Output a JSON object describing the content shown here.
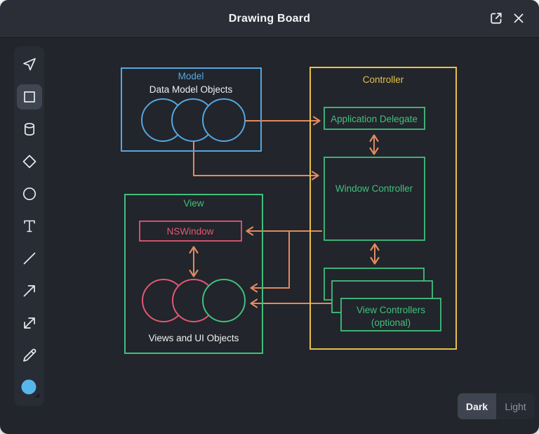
{
  "titlebar": {
    "title": "Drawing Board",
    "icons": [
      "export-icon",
      "close-icon"
    ]
  },
  "toolbar": {
    "tools": [
      {
        "id": "select",
        "icon": "cursor-icon",
        "selected": false
      },
      {
        "id": "rectangle",
        "icon": "square-icon",
        "selected": true
      },
      {
        "id": "cylinder",
        "icon": "cylinder-icon",
        "selected": false
      },
      {
        "id": "diamond",
        "icon": "diamond-icon",
        "selected": false
      },
      {
        "id": "ellipse",
        "icon": "circle-icon",
        "selected": false
      },
      {
        "id": "text",
        "icon": "text-icon",
        "selected": false
      },
      {
        "id": "line",
        "icon": "line-icon",
        "selected": false
      },
      {
        "id": "arrow",
        "icon": "arrow-icon",
        "selected": false
      },
      {
        "id": "double-arrow",
        "icon": "double-arrow-icon",
        "selected": false
      },
      {
        "id": "pencil",
        "icon": "pencil-icon",
        "selected": false
      },
      {
        "id": "color",
        "icon": "color-swatch-icon",
        "selected": false,
        "swatch_color": "#58b7ea"
      }
    ]
  },
  "diagram": {
    "model": {
      "title": "Model",
      "subtitle": "Data Model Objects"
    },
    "controller": {
      "title": "Controller",
      "app_delegate": "Application Delegate",
      "window_controller": "Window Controller",
      "view_controllers": "View Controllers",
      "view_controllers_optional": "(optional)"
    },
    "view": {
      "title": "View",
      "nswindow": "NSWindow",
      "caption": "Views and UI Objects"
    }
  },
  "theme_toggle": {
    "dark_label": "Dark",
    "light_label": "Light",
    "selected": "Dark"
  },
  "colors": {
    "blue": "#55a7df",
    "green": "#40c07d",
    "pink": "#e25874",
    "yellow": "#e6c04a",
    "orange": "#e18a60",
    "swatch_blue": "#58b7ea",
    "canvas_bg": "#22252b",
    "titlebar_bg": "#2b2e37"
  }
}
